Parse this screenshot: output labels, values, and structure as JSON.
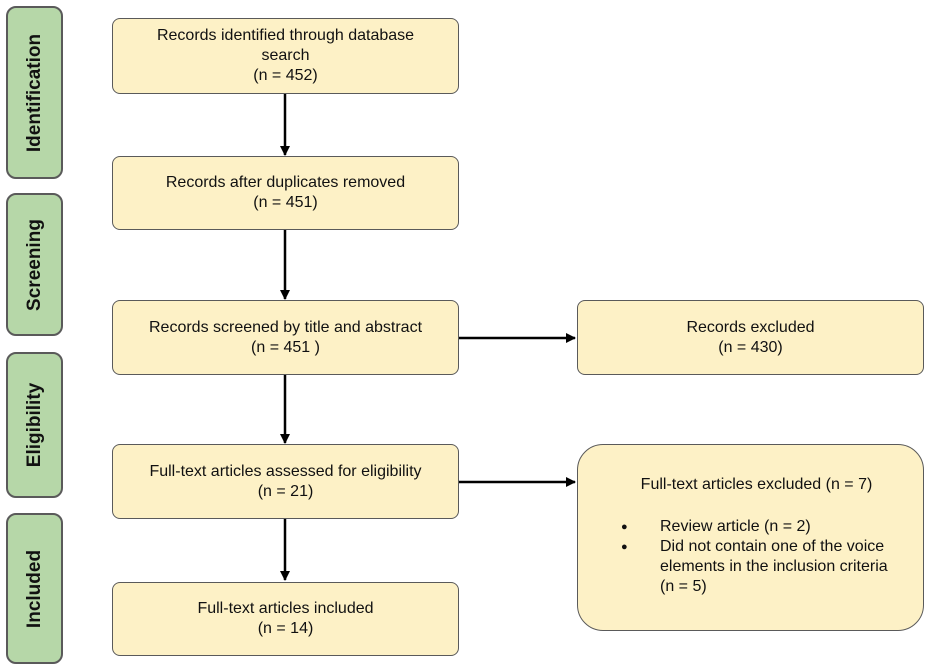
{
  "phases": {
    "identification": "Identification",
    "screening": "Screening",
    "eligibility": "Eligibility",
    "included": "Included"
  },
  "boxes": {
    "identified": {
      "line1": "Records identified through database",
      "line2": "search",
      "line3": "(n = 452)"
    },
    "duplicates": {
      "line1": "Records after duplicates removed",
      "line2": "(n = 451)"
    },
    "screened": {
      "line1": "Records screened by title and abstract",
      "line2": "(n = 451 )"
    },
    "excluded": {
      "line1": "Records excluded",
      "line2": "(n = 430)"
    },
    "fulltext_assessed": {
      "line1": "Full-text articles assessed for eligibility",
      "line2": "(n = 21)"
    },
    "fulltext_excluded": {
      "title": "Full-text articles excluded (n = 7)",
      "reasons": [
        "Review article (n = 2)",
        "Did not contain one of the voice elements in the inclusion criteria (n = 5)"
      ]
    },
    "fulltext_included": {
      "line1": "Full-text articles included",
      "line2": "(n = 14)"
    }
  },
  "colors": {
    "phase_fill": "#b6d7a8",
    "box_fill": "#fdf1c6",
    "border": "#5a5a5a",
    "arrow": "#000000"
  }
}
